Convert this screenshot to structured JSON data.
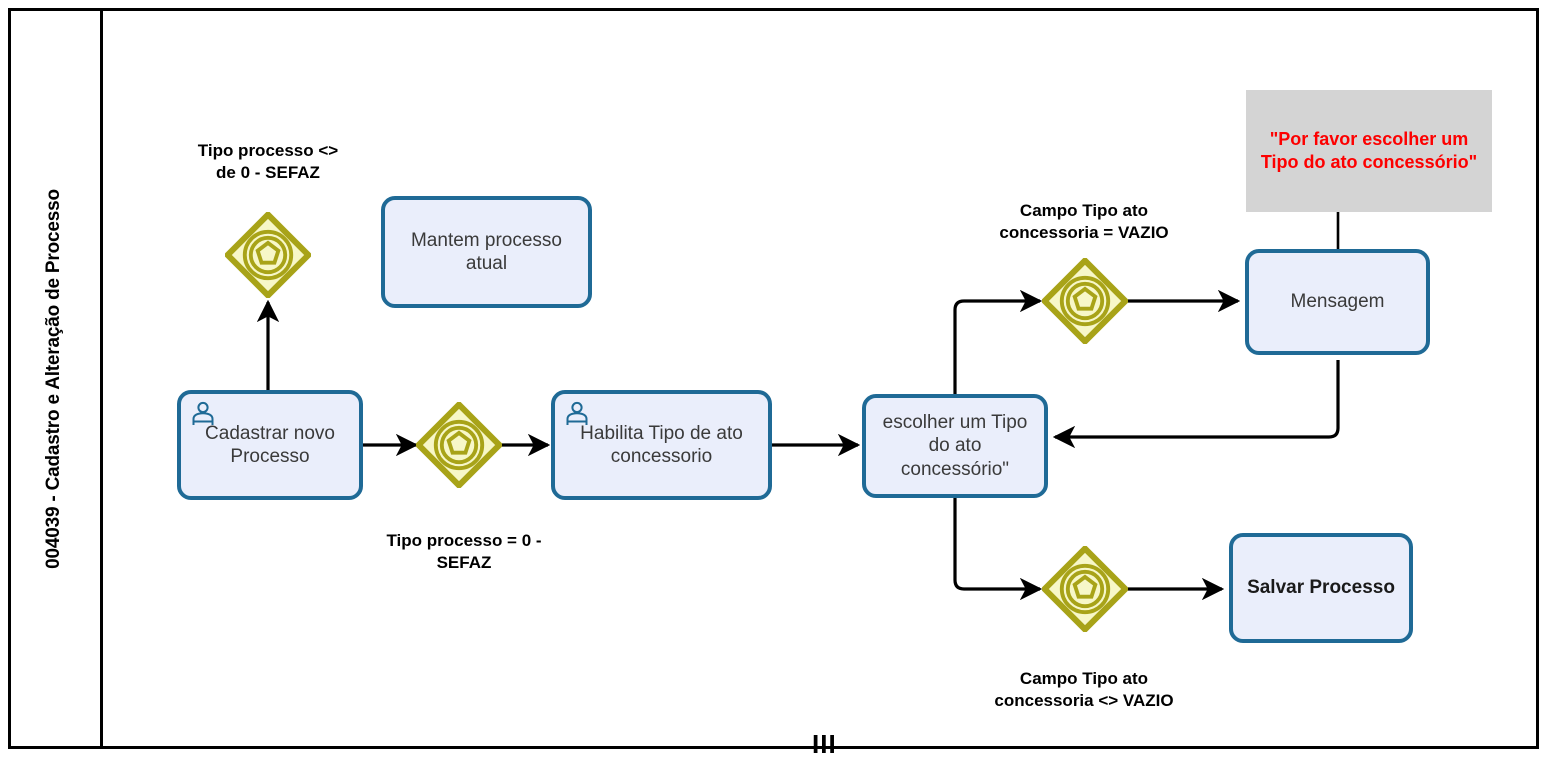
{
  "pool": {
    "lane_title": "004039 - Cadastro e Alteração de Processo",
    "marker": "III"
  },
  "colors": {
    "task_fill": "#eaeefb",
    "task_border": "#1f6a96",
    "gateway_fill": "#f7f7c8",
    "gateway_stroke": "#a8a318",
    "annotation_fill": "#d4d4d4",
    "annotation_text": "#fd0000",
    "connector": "#000000",
    "lane_border": "#000000",
    "user_icon": "#1f6a96"
  },
  "tasks": [
    {
      "id": "cadastrar",
      "label": "Cadastrar  novo Processo",
      "icon": "user-icon",
      "bold": false
    },
    {
      "id": "mantem",
      "label": "Mantem processo atual",
      "icon": null,
      "bold": false
    },
    {
      "id": "habilita",
      "label": "Habilita Tipo de ato concessorio",
      "icon": "user-icon",
      "bold": false
    },
    {
      "id": "escolher",
      "label": "escolher um Tipo do ato concessório\"",
      "icon": null,
      "bold": false
    },
    {
      "id": "mensagem",
      "label": "Mensagem",
      "icon": null,
      "bold": false
    },
    {
      "id": "salvar",
      "label": "Salvar Processo",
      "icon": null,
      "bold": true
    }
  ],
  "gateways": [
    {
      "id": "gw-tipo-nao-sefaz",
      "type": "event-based-gateway"
    },
    {
      "id": "gw-tipo-processo",
      "type": "event-based-gateway"
    },
    {
      "id": "gw-campo-vazio",
      "type": "event-based-gateway"
    },
    {
      "id": "gw-campo-preenchido",
      "type": "event-based-gateway"
    }
  ],
  "edge_labels": [
    {
      "id": "lbl-tipo-nao-sefaz",
      "text": "Tipo processo <>\nde 0 - SEFAZ"
    },
    {
      "id": "lbl-tipo-sefaz",
      "text": "Tipo processo  = 0 -\nSEFAZ"
    },
    {
      "id": "lbl-campo-vazio",
      "text": "Campo Tipo ato\nconcessoria = VAZIO"
    },
    {
      "id": "lbl-campo-preenchido",
      "text": "Campo Tipo ato\nconcessoria <> VAZIO"
    }
  ],
  "annotation": {
    "text": "\"Por favor escolher um Tipo do ato concessório\""
  }
}
